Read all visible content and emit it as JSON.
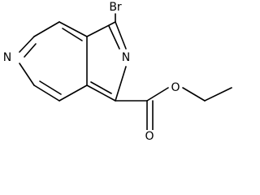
{
  "structure": {
    "atoms": {
      "bromine": "Br",
      "nitrogen_ring_right": "N",
      "nitrogen_ring_left": "N",
      "carbonyl_oxygen": "O",
      "ester_oxygen": "O"
    }
  },
  "colors": {
    "bond": "#000000",
    "text": "#000000",
    "background": "#ffffff"
  }
}
